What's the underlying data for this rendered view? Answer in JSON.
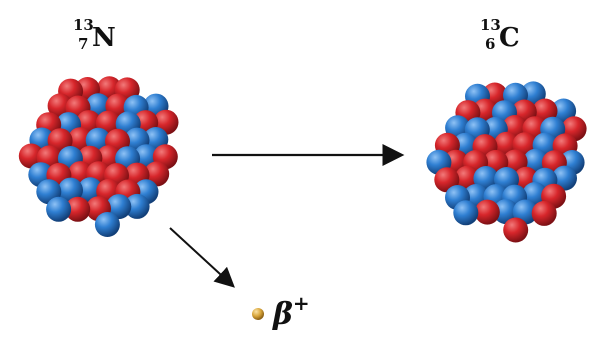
{
  "parent": {
    "mass": "13",
    "atomic": "7",
    "symbol": "N"
  },
  "daughter": {
    "mass": "13",
    "atomic": "6",
    "symbol": "C"
  },
  "emitted": {
    "symbol": "β",
    "charge": "+"
  },
  "colors": {
    "proton": "#d7262b",
    "neutron": "#2f7fd2",
    "arrow": "#111111",
    "positron": "#d8a53a"
  }
}
